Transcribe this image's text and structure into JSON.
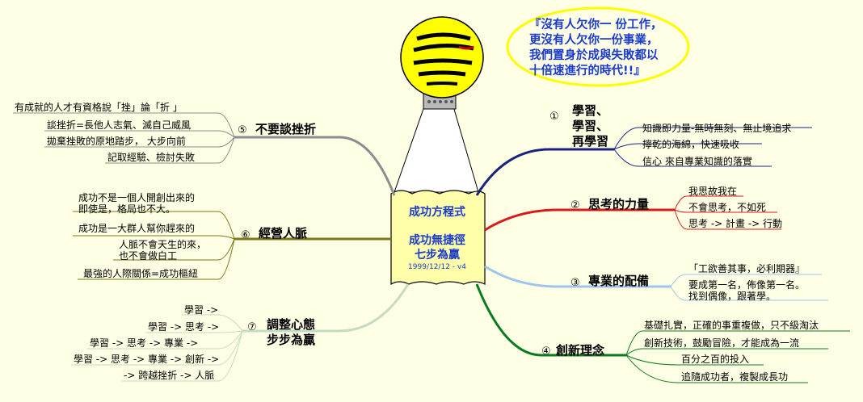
{
  "quote": {
    "lines": [
      "『沒有人欠你一 份工作，",
      "更沒有人欠你一份事業，",
      "我們置身於成與失敗都以",
      "十倍速進行的時代!!』"
    ]
  },
  "center": {
    "title": "成功方程式",
    "subtitle1": "成功無捷徑",
    "subtitle2": "七步為贏",
    "date": "1999/12/12 - v4"
  },
  "branches": {
    "b1": {
      "num": "①",
      "title": [
        "學習、",
        "學習、",
        "再學習"
      ],
      "items": [
        "知識即力量-無時無刻、無止境追求",
        "擰乾的海綿，快速吸收",
        "信心 來自專業知識的落實"
      ]
    },
    "b2": {
      "num": "②",
      "title": "思考的力量",
      "items": [
        "我思故我在",
        "不會思考，不如死",
        "思考 -> 計畫 -> 行動"
      ]
    },
    "b3": {
      "num": "③",
      "title": "專業的配備",
      "items": [
        "「工欲善其事，必利期器』",
        "要成第一名，佈像第一名。",
        "找到偶像，跟著學。"
      ]
    },
    "b4": {
      "num": "④",
      "title": "創新理念",
      "items": [
        "基礎扎實，正確的事重複做，只不級淘汰",
        "創新技術，鼓勵冒險，才能成為一流",
        "百分之百的投入",
        "追隨成功者，複製成長功"
      ]
    },
    "b5": {
      "num": "⑤",
      "title": "不要談挫折",
      "items": [
        "有成就的人才有資格說「挫」論「折 」",
        "談挫折=長他人志氣、滅自己威風",
        "拋棄挫敗的原地踏步， 大步向前",
        "記取經驗、檢討失敗"
      ]
    },
    "b6": {
      "num": "⑥",
      "title": "經營人脈",
      "items": [
        "成功不是一個人開創出來的",
        "即使是，格局也不大。",
        "成功是一大群人幫你趕來的",
        "人脈不會天生的來，",
        "也不會做白工",
        "最強的人際關係=成功樞紐"
      ]
    },
    "b7": {
      "num": "⑦",
      "title": [
        "調整心態",
        "步步為贏"
      ],
      "items": [
        "學習 ->",
        "學習 -> 思考 ->",
        "學習 -> 思考 -> 專業 ->",
        "學習 -> 思考 -> 專業 -> 創新 ->",
        "-> 跨越挫折 -> 人脈"
      ]
    }
  },
  "colors": {
    "b1": "#1a237e",
    "b2": "#d81b1b",
    "b3": "#9ec6ec",
    "b4": "#0a7a1e",
    "b5": "#8c8c8c",
    "b6": "#7a7a18",
    "b7": "#c6dcc0",
    "cloud": "#ffff00",
    "text_blue": "#1a3acc",
    "bulb": "#ffff00"
  }
}
